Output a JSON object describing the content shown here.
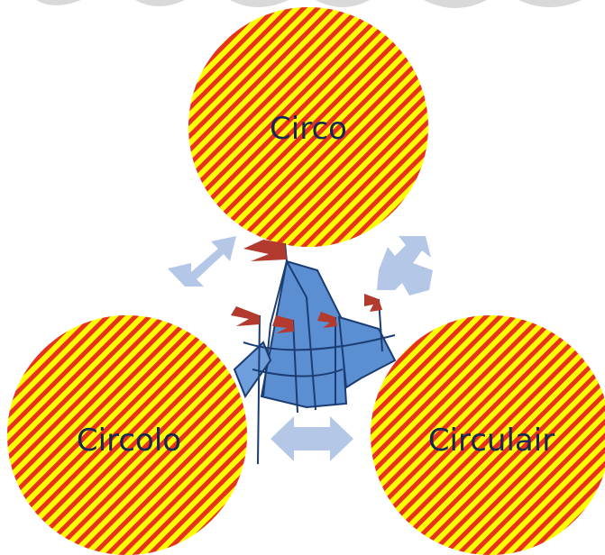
{
  "colors": {
    "stripe_red": "#e8321e",
    "stripe_yellow": "#ffff00",
    "arrow_blue": "#b4c7e7",
    "tent_blue": "#5b8fd1",
    "flag_red": "#b23a2e",
    "label_navy": "#14285a",
    "top_banner_gray": "#d9d9d9"
  },
  "nodes": {
    "top": {
      "label": "Circo"
    },
    "left": {
      "label": "Circolo"
    },
    "right": {
      "label": "Circulair"
    }
  },
  "center": {
    "icon": "circus-tent-icon"
  },
  "connectors": [
    {
      "name": "arrow-top-left",
      "type": "double-arrow"
    },
    {
      "name": "arrow-top-right",
      "type": "double-arrow"
    },
    {
      "name": "arrow-bottom",
      "type": "double-arrow"
    }
  ]
}
